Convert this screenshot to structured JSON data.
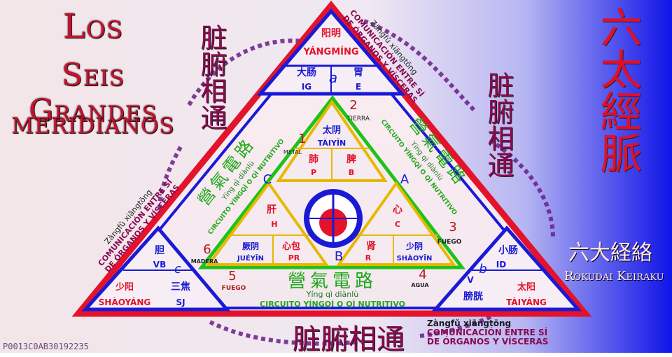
{
  "title": {
    "line1": "Los",
    "line2": "Seis Grandes",
    "line3": "meridianos"
  },
  "zangfu_cn": "脏腑相通",
  "liutai_cn": "六太經脈",
  "rokudai": {
    "cn": "六大経絡",
    "en": "Rokudai Keiraku"
  },
  "comm": {
    "pinyin": "Zàngfǔ xiāngtōng",
    "es1": "COMUNICACIÓN ENTRE SÍ",
    "es2": "DE ÓRGANOS Y VÍSCERAS"
  },
  "bottom_code": "P0013C0AB30192235",
  "yangming": {
    "cn": "阳明",
    "py": "YÁNGMÍNG",
    "left_cn": "大肠",
    "left_py": "IG",
    "right_cn": "胃",
    "right_py": "E",
    "letter": "a"
  },
  "shaoyang": {
    "cn": "少阳",
    "py": "SHÀOYÁNG",
    "top_cn": "胆",
    "top_py": "VB",
    "mid_cn": "三焦",
    "mid_py": "SJ",
    "letter": "c"
  },
  "taiyang": {
    "cn": "太阳",
    "py": "TÀIYÁNG",
    "top_cn": "小肠",
    "top_py": "ID",
    "mid_cn": "膀胱",
    "mid_py": "V",
    "letter": "b"
  },
  "taiyin": {
    "cn": "太阴",
    "py": "TÀIYĪN",
    "left_cn": "肺",
    "left_py": "P",
    "right_cn": "脾",
    "right_py": "B"
  },
  "jueyin": {
    "cn": "厥阴",
    "py": "JUÉYĪN",
    "top_cn": "肝",
    "top_py": "H",
    "mid_cn": "心包",
    "mid_py": "PR"
  },
  "shaoyin": {
    "cn": "少阴",
    "py": "SHÀOYĪN",
    "top_cn": "心",
    "top_py": "C",
    "mid_cn": "肾",
    "mid_py": "R"
  },
  "corner_letters": {
    "a": "A",
    "b": "B",
    "c": "C"
  },
  "elements": {
    "n1": "1",
    "e1": "METAL",
    "n2": "2",
    "e2": "TIERRA",
    "n3": "3",
    "e3": "FUEGO",
    "n4": "4",
    "e4": "AGUA",
    "n5": "5",
    "e5": "FUEGO",
    "n6": "6",
    "e6": "MADERA"
  },
  "circuit": {
    "cn": "營氣電路",
    "py": "Yíng qì diànlù",
    "es": "CIRCUITO YÍNGQÌ O QÌ NUTRITIVO"
  },
  "colors": {
    "red": "#e3132b",
    "blue": "#1a1ad6",
    "green": "#20c21a",
    "yellow": "#e8b800",
    "purple": "#7a0a5a"
  }
}
